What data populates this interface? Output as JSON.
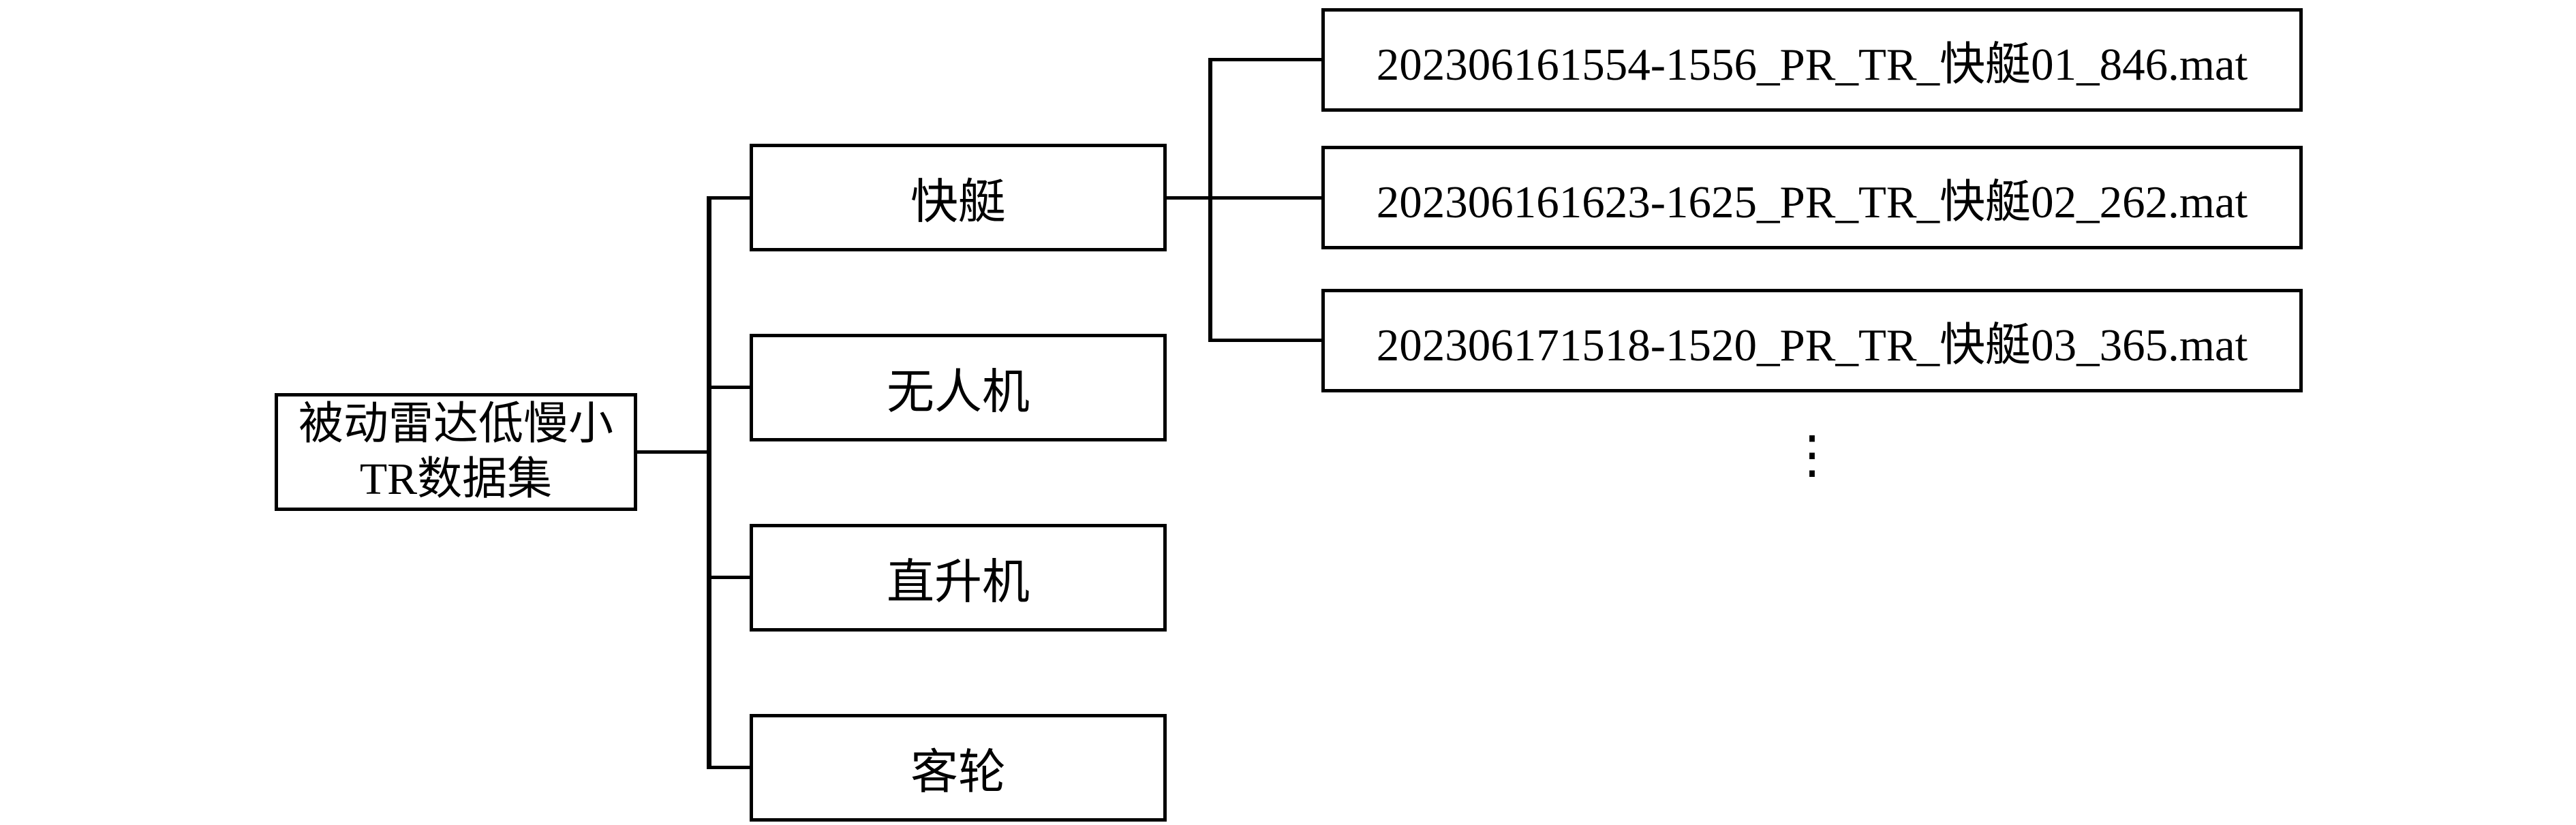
{
  "tree": {
    "root": {
      "label_line1": "被动雷达低慢小",
      "label_line2": "TR数据集"
    },
    "categories": [
      {
        "label": "快艇"
      },
      {
        "label": "无人机"
      },
      {
        "label": "直升机"
      },
      {
        "label": "客轮"
      }
    ],
    "files": [
      {
        "name": "202306161554-1556_PR_TR_快艇01_846.mat"
      },
      {
        "name": "202306161623-1625_PR_TR_快艇02_262.mat"
      },
      {
        "name": "202306171518-1520_PR_TR_快艇03_365.mat"
      }
    ],
    "more_indicator": "⋮"
  },
  "colors": {
    "line": "#000000",
    "background": "#ffffff"
  }
}
